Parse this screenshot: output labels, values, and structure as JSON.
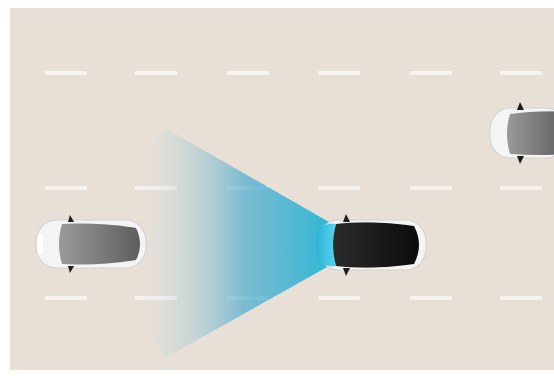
{
  "scene": {
    "road_color": "#e8e0d7",
    "lane_marking_color": "#f7f3ef",
    "sensor_beam_color": "#1fb6d6",
    "cars": [
      {
        "id": "rear-car",
        "body_color": "#f4f4f4",
        "roof_color": "#6c6c6c"
      },
      {
        "id": "ego-car",
        "body_color": "#f4f4f4",
        "roof_color": "#151515",
        "sensor_color": "#35c4e6"
      },
      {
        "id": "front-car",
        "body_color": "#f4f4f4",
        "roof_color": "#777777"
      }
    ]
  }
}
